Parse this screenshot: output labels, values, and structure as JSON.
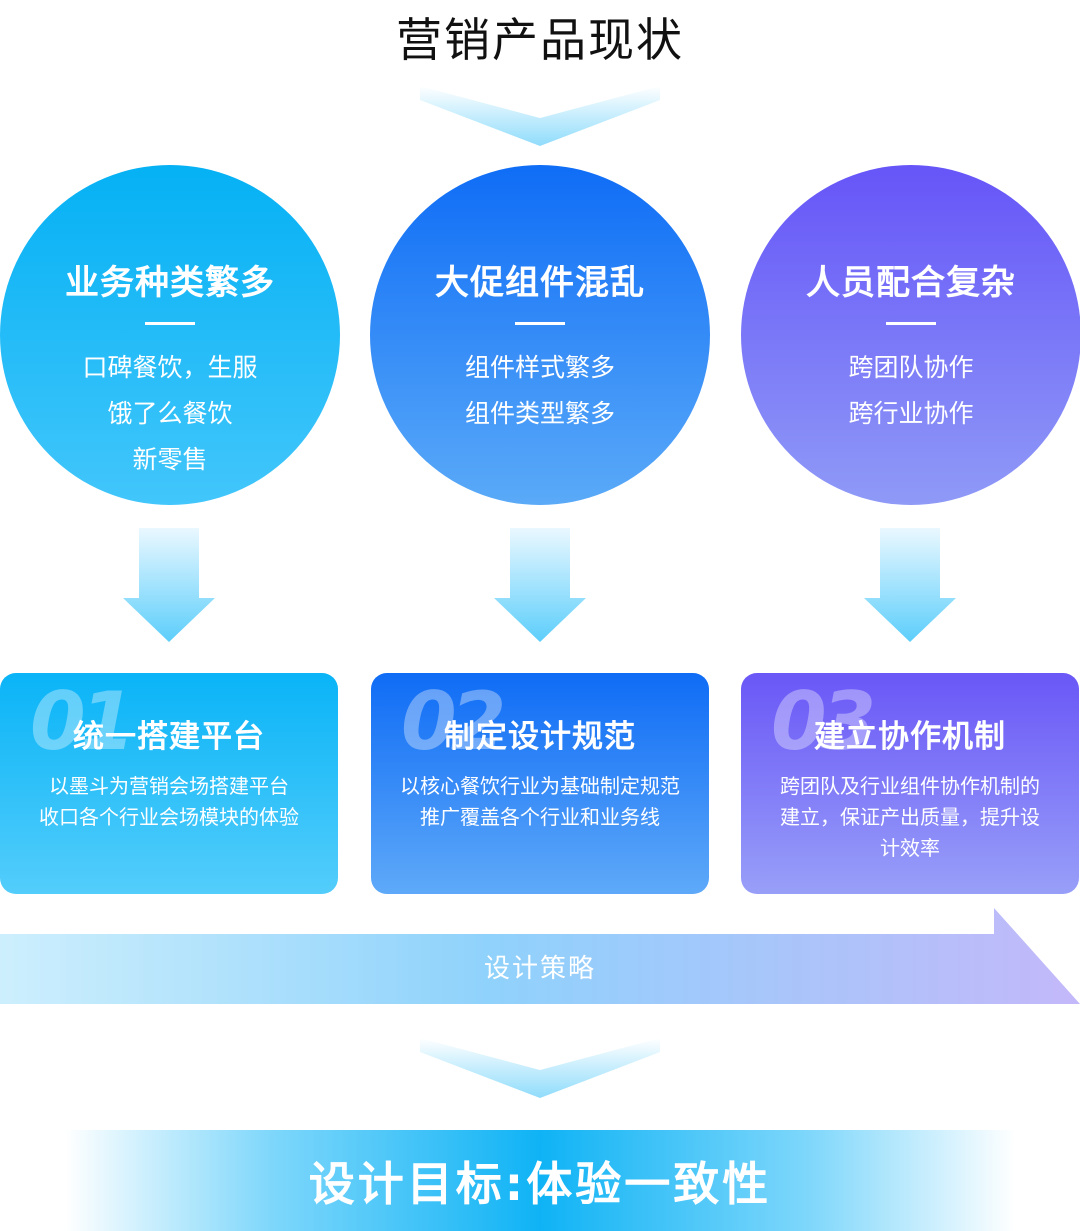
{
  "header": {
    "title": "营销产品现状"
  },
  "problems": [
    {
      "heading": "业务种类繁多",
      "lines": [
        "口碑餐饮，生服",
        "饿了么餐饮",
        "新零售"
      ]
    },
    {
      "heading": "大促组件混乱",
      "lines": [
        "组件样式繁多",
        "组件类型繁多"
      ]
    },
    {
      "heading": "人员配合复杂",
      "lines": [
        "跨团队协作",
        "跨行业协作"
      ]
    }
  ],
  "strategies": [
    {
      "number": "01",
      "heading": "统一搭建平台",
      "lines": [
        "以墨斗为营销会场搭建平台",
        "收口各个行业会场模块的体验"
      ]
    },
    {
      "number": "02",
      "heading": "制定设计规范",
      "lines": [
        "以核心餐饮行业为基础制定规范",
        "推广覆盖各个行业和业务线"
      ]
    },
    {
      "number": "03",
      "heading": "建立协作机制",
      "lines": [
        "跨团队及行业组件协作机制的",
        "建立，保证产出质量，提升设",
        "计效率"
      ]
    }
  ],
  "strategy_band": {
    "label": "设计策略"
  },
  "goal": {
    "label": "设计目标:体验一致性"
  },
  "colors": {
    "cyan": "#05b1f4",
    "blue": "#0f6df6",
    "purple": "#6655f8",
    "arrow_light": "#c9efff",
    "arrow_mid": "#7fd7fb"
  }
}
